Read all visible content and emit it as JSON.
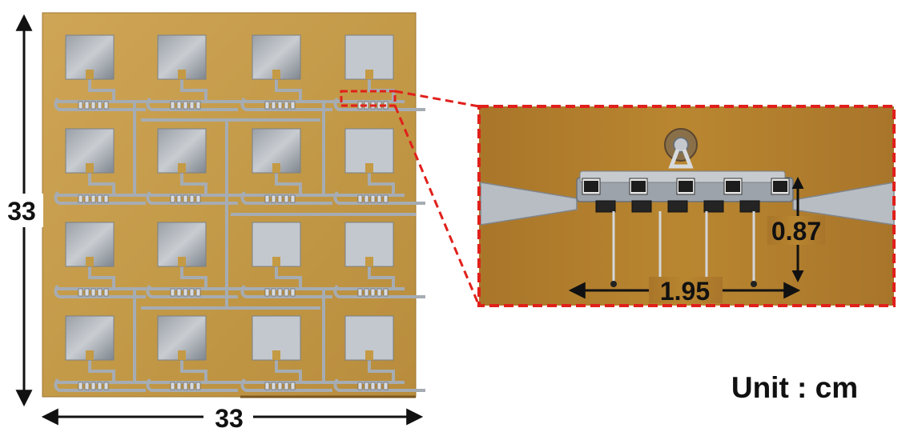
{
  "figure": {
    "board_width_label": "33",
    "board_height_label": "33",
    "detail_width_label": "1.95",
    "detail_height_label": "0.87",
    "unit_label": "Unit : cm"
  },
  "board": {
    "rows": 4,
    "cols": 4,
    "components_per_group": 5
  },
  "colors": {
    "substrate": "#c49a45",
    "substrate_dark": "#a9782a",
    "metal": "#b7bcc2",
    "metal_dark": "#8d949b",
    "callout": "#e0201b",
    "text": "#111111"
  }
}
